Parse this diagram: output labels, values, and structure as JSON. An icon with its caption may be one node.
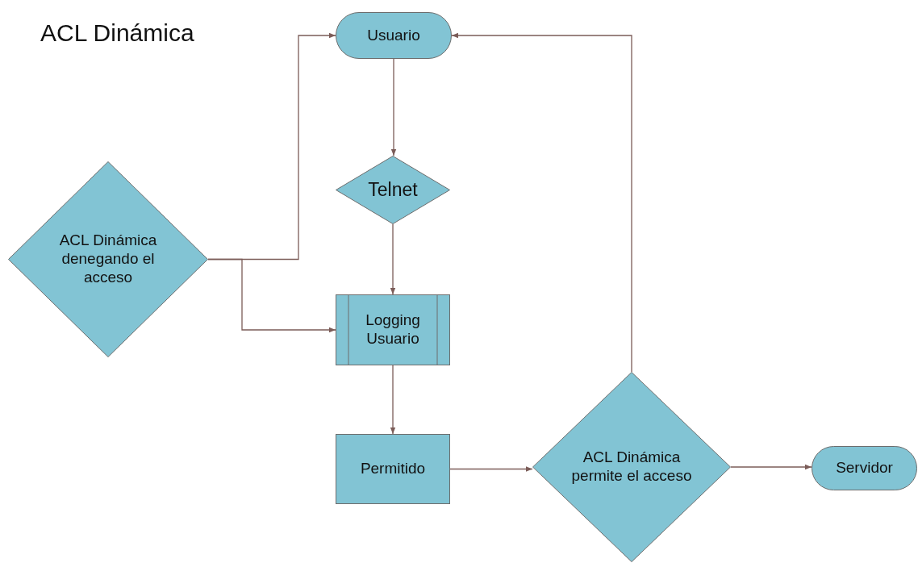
{
  "diagram": {
    "title": "ACL Dinámica",
    "nodes": [
      {
        "text": [
          "Usuario"
        ]
      },
      {
        "text": [
          "Telnet"
        ]
      },
      {
        "text": [
          "ACL Dinámica denegando el acceso"
        ]
      },
      {
        "text": [
          "Logging Usuario"
        ]
      },
      {
        "text": [
          "Permitido"
        ]
      },
      {
        "text": [
          "ACL Dinámica permite el acceso"
        ]
      },
      {
        "text": [
          "Servidor"
        ]
      }
    ],
    "edges": [
      {
        "from": 0,
        "to": 1,
        "arrow": "to"
      },
      {
        "from": 1,
        "to": 3,
        "arrow": "to"
      },
      {
        "from": 3,
        "to": 4,
        "arrow": "to"
      },
      {
        "from": 4,
        "to": 5,
        "arrow": "to"
      },
      {
        "from": 5,
        "to": 6,
        "arrow": "to"
      },
      {
        "from": 5,
        "to": 0,
        "arrow": "to"
      },
      {
        "from": 2,
        "to": 0,
        "arrow": "to"
      },
      {
        "from": 2,
        "to": 3,
        "arrow": "to"
      }
    ]
  }
}
